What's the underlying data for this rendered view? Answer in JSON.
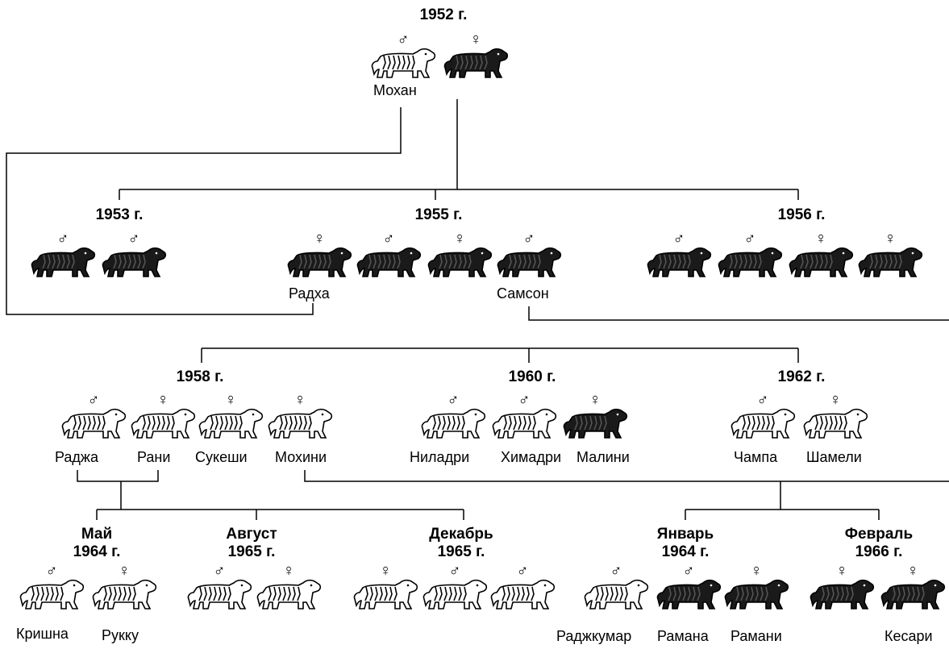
{
  "years": {
    "y1952": "1952 г.",
    "y1953": "1953 г.",
    "y1955": "1955 г.",
    "y1956": "1956 г.",
    "y1958": "1958 г.",
    "y1960": "1960 г.",
    "y1962": "1962 г.",
    "may1964": "Май\n1964 г.",
    "aug1965": "Август\n1965 г.",
    "dec1965": "Декабрь\n1965 г.",
    "jan1964": "Январь\n1964 г.",
    "feb1966": "Февраль\n1966 г."
  },
  "symbols": {
    "male": "♂",
    "female": "♀"
  },
  "colors": {
    "white_tiger": "#ffffff",
    "dark_tiger": "#1a1a1a",
    "stripes": "#000000",
    "lines": "#000000"
  },
  "names": {
    "mohan": "Мохан",
    "radha": "Радха",
    "samson": "Самсон",
    "radzha": "Раджа",
    "rani": "Рани",
    "sukeshi": "Сукеши",
    "mohini": "Мохини",
    "niladri": "Ниладри",
    "himadri": "Химадри",
    "malini": "Малини",
    "champa": "Чампа",
    "shameli": "Шамели",
    "krishna": "Кришна",
    "rukku": "Рукку",
    "radzhkumar": "Раджкумар",
    "ramana": "Рамана",
    "ramani": "Рамани",
    "kesari": "Кесари"
  },
  "tigers": [
    {
      "sex": "male",
      "coat": "white"
    },
    {
      "sex": "female",
      "coat": "dark"
    },
    {
      "sex": "male",
      "coat": "dark"
    },
    {
      "sex": "male",
      "coat": "dark"
    },
    {
      "sex": "female",
      "coat": "dark"
    },
    {
      "sex": "male",
      "coat": "dark"
    },
    {
      "sex": "female",
      "coat": "dark"
    },
    {
      "sex": "male",
      "coat": "dark"
    },
    {
      "sex": "male",
      "coat": "dark"
    },
    {
      "sex": "male",
      "coat": "dark"
    },
    {
      "sex": "female",
      "coat": "dark"
    },
    {
      "sex": "female",
      "coat": "dark"
    },
    {
      "sex": "male",
      "coat": "white"
    },
    {
      "sex": "female",
      "coat": "white"
    },
    {
      "sex": "female",
      "coat": "white"
    },
    {
      "sex": "female",
      "coat": "white"
    },
    {
      "sex": "male",
      "coat": "white"
    },
    {
      "sex": "male",
      "coat": "white"
    },
    {
      "sex": "female",
      "coat": "dark"
    },
    {
      "sex": "male",
      "coat": "white"
    },
    {
      "sex": "female",
      "coat": "white"
    },
    {
      "sex": "male",
      "coat": "white"
    },
    {
      "sex": "female",
      "coat": "white"
    },
    {
      "sex": "male",
      "coat": "white"
    },
    {
      "sex": "female",
      "coat": "white"
    },
    {
      "sex": "female",
      "coat": "white"
    },
    {
      "sex": "male",
      "coat": "white"
    },
    {
      "sex": "male",
      "coat": "white"
    },
    {
      "sex": "male",
      "coat": "white"
    },
    {
      "sex": "male",
      "coat": "dark"
    },
    {
      "sex": "female",
      "coat": "dark"
    },
    {
      "sex": "female",
      "coat": "dark"
    },
    {
      "sex": "female",
      "coat": "dark"
    }
  ]
}
